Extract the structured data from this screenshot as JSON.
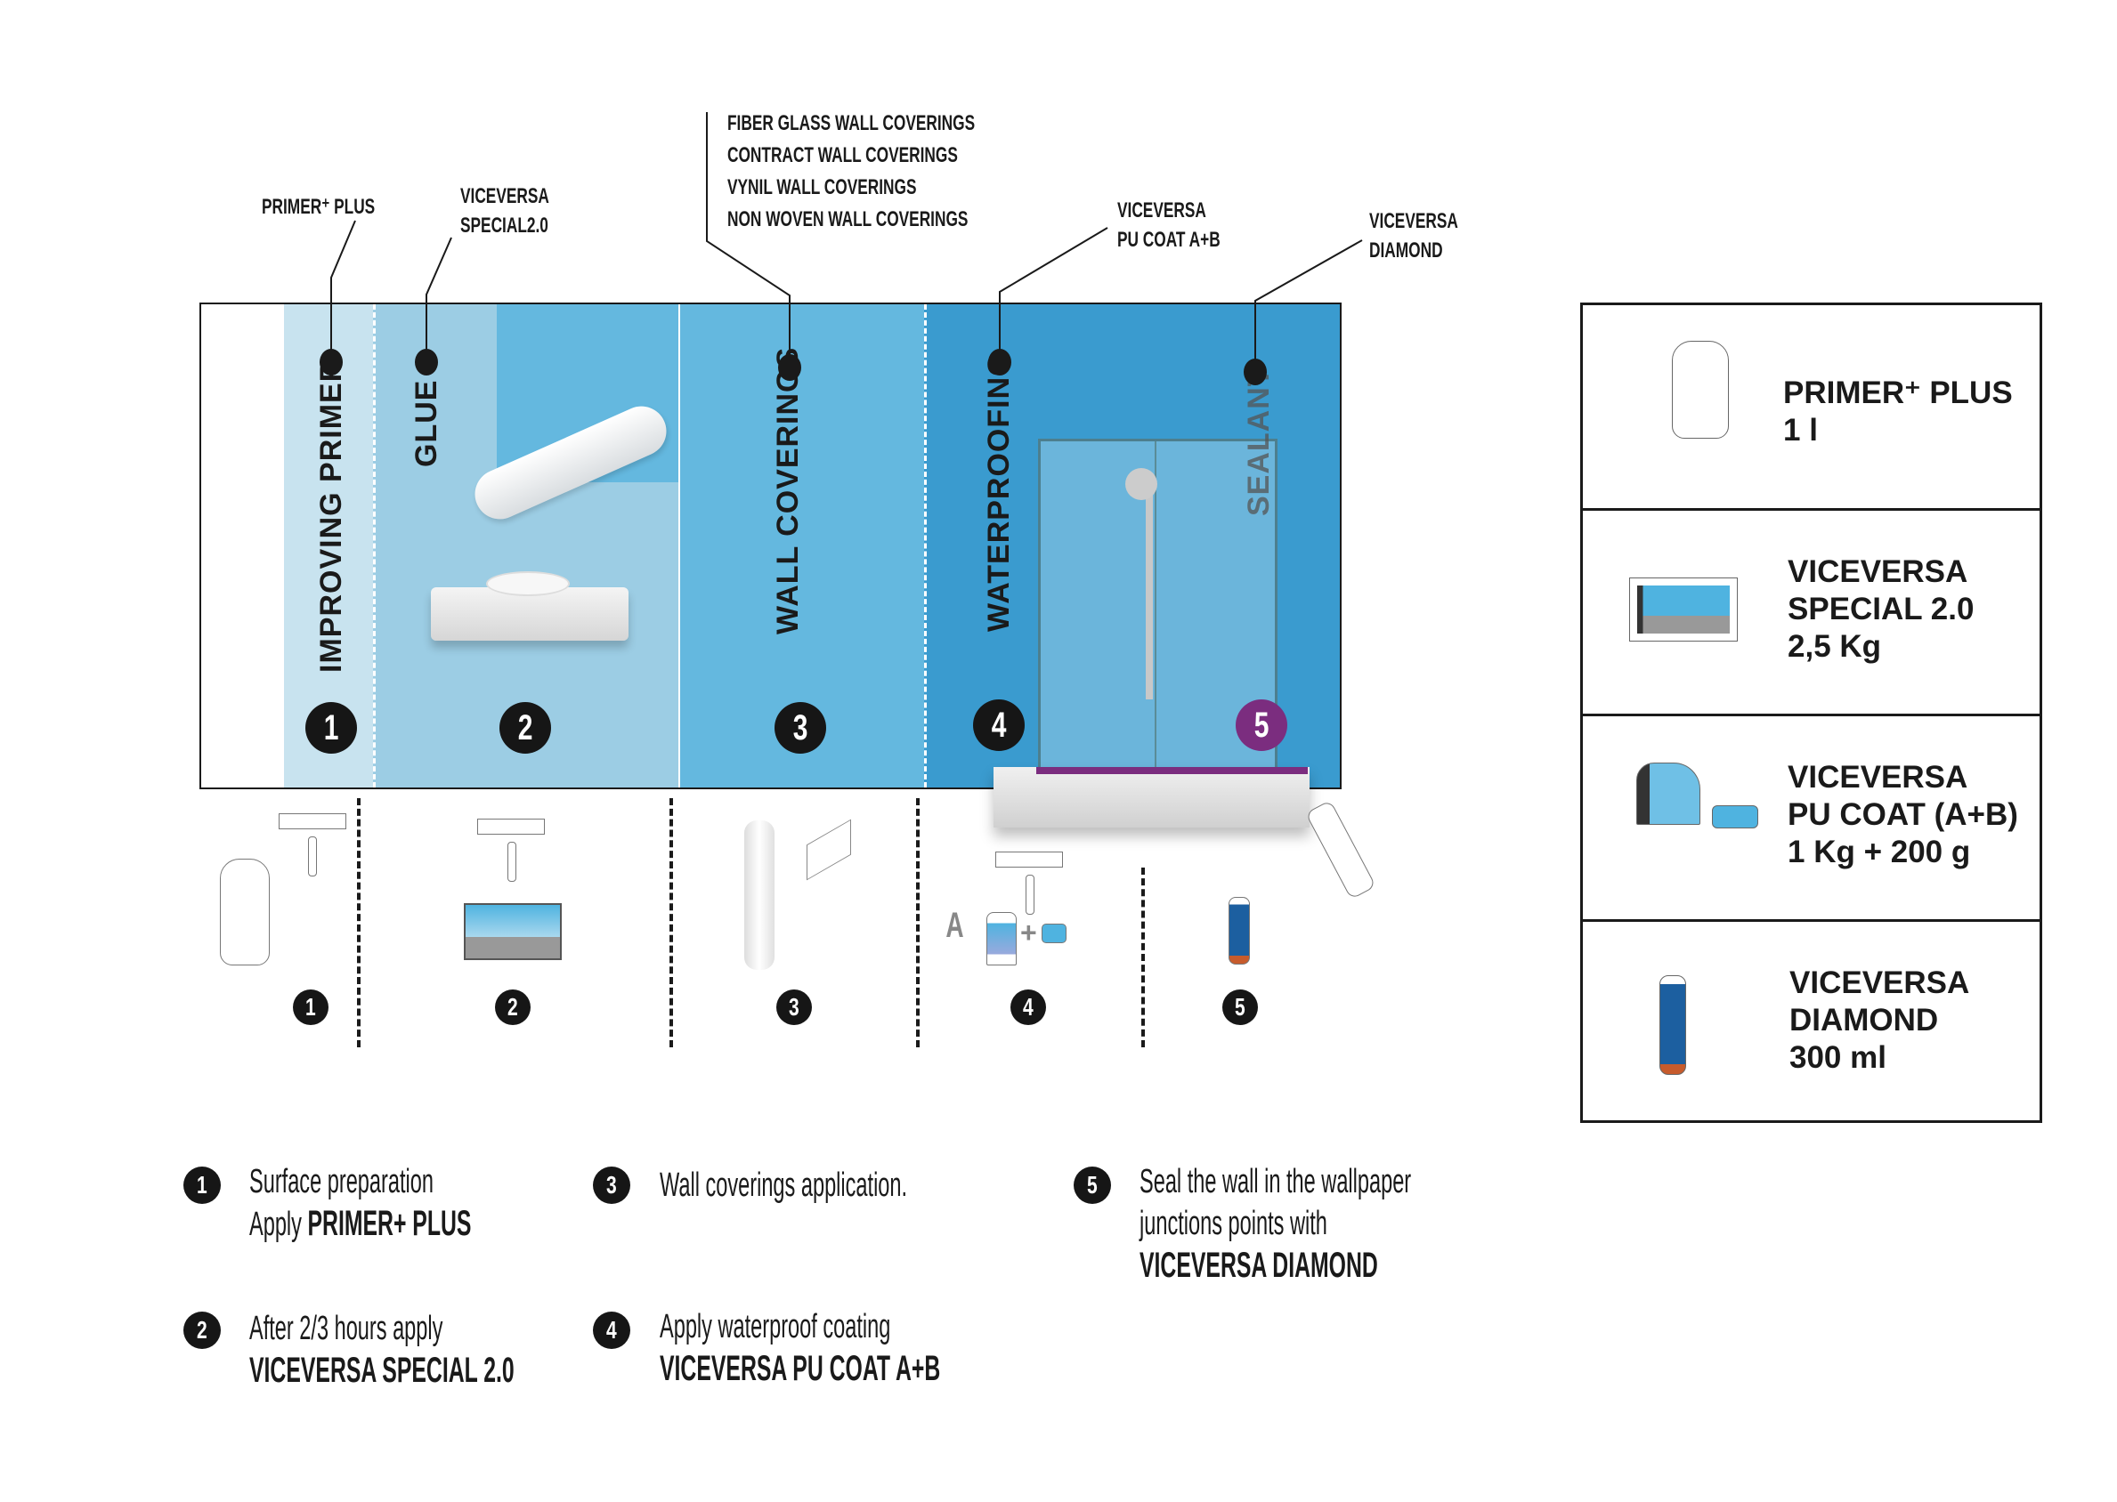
{
  "callouts": {
    "primer": "PRIMER⁺ PLUS",
    "special": [
      "VICEVERSA",
      "SPECIAL2.0"
    ],
    "coverings": [
      "FIBER GLASS WALL COVERINGS",
      "CONTRACT WALL COVERINGS",
      "VYNIL WALL COVERINGS",
      "NON WOVEN WALL COVERINGS"
    ],
    "pucoat": [
      "VICEVERSA",
      "PU COAT A+B"
    ],
    "diamond": [
      "VICEVERSA",
      "DIAMOND"
    ]
  },
  "stages": [
    {
      "label": "IMPROVING PRIMER",
      "number": "1"
    },
    {
      "label": "GLUE",
      "number": "2"
    },
    {
      "label": "WALL COVERINGS",
      "number": "3"
    },
    {
      "label": "WATERPROOFING",
      "number": "4"
    },
    {
      "label": "SEALANT",
      "number": "5"
    }
  ],
  "colors": {
    "strip1": "#c8e3ef",
    "strip2": "#9ccde4",
    "strip3": "#64b8df",
    "strip4": "#3a9bcf",
    "sealant": "#7b2d7f"
  },
  "tools": {
    "numbers": [
      "1",
      "2",
      "3",
      "4",
      "5"
    ],
    "part_a": "A",
    "plus": "+"
  },
  "legend": [
    {
      "number": "1",
      "line1": "Surface preparation",
      "line2_prefix": "Apply ",
      "line2_bold": "PRIMER+ PLUS"
    },
    {
      "number": "2",
      "line1": "After 2/3 hours apply",
      "bold": "VICEVERSA SPECIAL 2.0"
    },
    {
      "number": "3",
      "line1": "Wall coverings application."
    },
    {
      "number": "4",
      "line1": "Apply waterproof coating",
      "bold": "VICEVERSA PU COAT A+B"
    },
    {
      "number": "5",
      "line1": "Seal the wall in the wallpaper",
      "line2": "junctions points with",
      "bold": "VICEVERSA DIAMOND"
    }
  ],
  "products": [
    {
      "name": "PRIMER⁺ PLUS",
      "lines": [
        "PRIMER⁺ PLUS",
        "1 l"
      ]
    },
    {
      "name": "VICEVERSA SPECIAL 2.0",
      "lines": [
        "VICEVERSA",
        "SPECIAL 2.0",
        "2,5 Kg"
      ]
    },
    {
      "name": "VICEVERSA PU COAT (A+B)",
      "lines": [
        "VICEVERSA",
        "PU COAT (A+B)",
        "1 Kg + 200 g"
      ]
    },
    {
      "name": "VICEVERSA DIAMOND",
      "lines": [
        "VICEVERSA",
        "DIAMOND",
        "300 ml"
      ]
    }
  ]
}
